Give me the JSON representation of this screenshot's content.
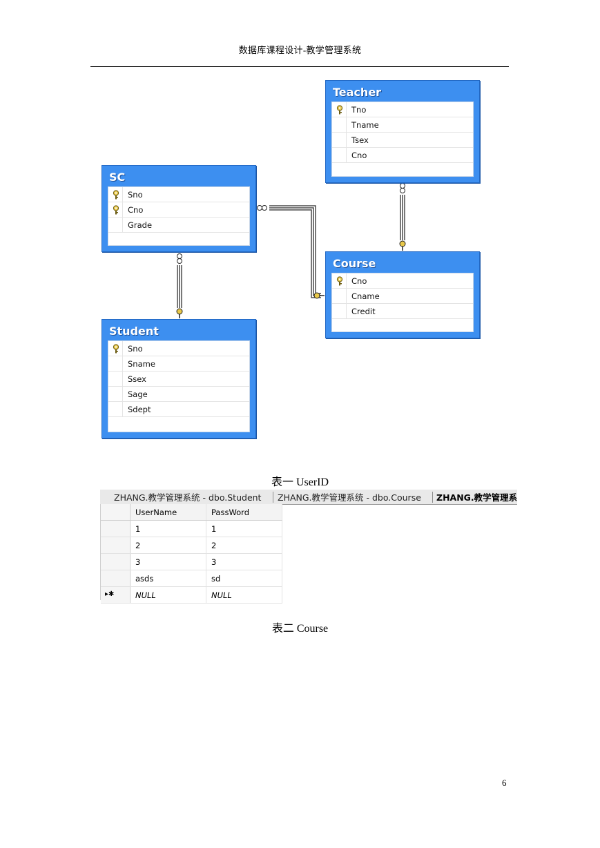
{
  "header": {
    "title": "数据库课程设计-教学管理系统"
  },
  "er_diagram": {
    "tables": [
      {
        "name": "Teacher",
        "columns": [
          {
            "label": "Tno",
            "key": true
          },
          {
            "label": "Tname",
            "key": false
          },
          {
            "label": "Tsex",
            "key": false
          },
          {
            "label": "Cno",
            "key": false
          }
        ]
      },
      {
        "name": "SC",
        "columns": [
          {
            "label": "Sno",
            "key": true
          },
          {
            "label": "Cno",
            "key": true
          },
          {
            "label": "Grade",
            "key": false
          }
        ]
      },
      {
        "name": "Course",
        "columns": [
          {
            "label": "Cno",
            "key": true
          },
          {
            "label": "Cname",
            "key": false
          },
          {
            "label": "Credit",
            "key": false
          }
        ]
      },
      {
        "name": "Student",
        "columns": [
          {
            "label": "Sno",
            "key": true
          },
          {
            "label": "Sname",
            "key": false
          },
          {
            "label": "Ssex",
            "key": false
          },
          {
            "label": "Sage",
            "key": false
          },
          {
            "label": "Sdept",
            "key": false
          }
        ]
      }
    ],
    "colors": {
      "table_bg": "#3d8ff0",
      "relationship_line": "#4a4a4a",
      "key_icon": "#e8c84a"
    }
  },
  "captions": {
    "table1": "表一  UserID",
    "table2": "表二 Course"
  },
  "grid_screenshot": {
    "tabs": [
      {
        "label": "ZHANG.教学管理系统 - dbo.Student",
        "active": false
      },
      {
        "label": "ZHANG.教学管理系统 - dbo.Course",
        "active": false
      },
      {
        "label": "ZHANG.教学管理系",
        "active": true
      }
    ],
    "columns": [
      "UserName",
      "PassWord"
    ],
    "rows": [
      [
        "1",
        "1"
      ],
      [
        "2",
        "2"
      ],
      [
        "3",
        "3"
      ],
      [
        "asds",
        "sd"
      ]
    ],
    "new_row": {
      "marker": "▸✱",
      "values": [
        "NULL",
        "NULL"
      ]
    }
  },
  "page_number": "6"
}
